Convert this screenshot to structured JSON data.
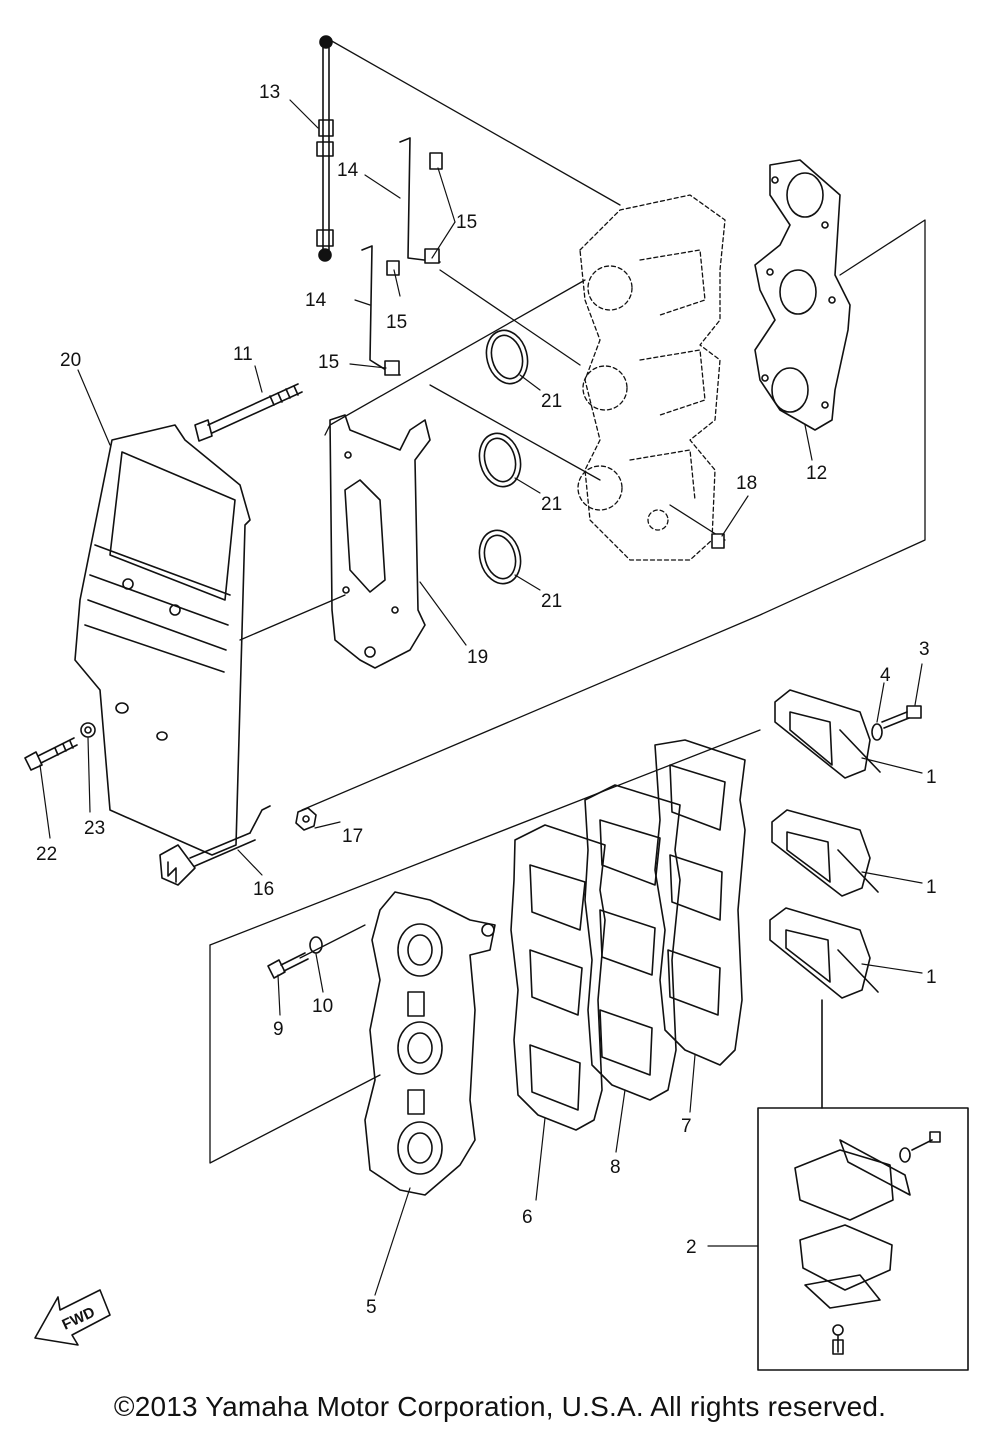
{
  "callouts": [
    "1",
    "2",
    "3",
    "4",
    "5",
    "6",
    "7",
    "8",
    "9",
    "10",
    "11",
    "12",
    "13",
    "14",
    "15",
    "16",
    "17",
    "18",
    "19",
    "20",
    "21",
    "22",
    "23"
  ],
  "fwd_label": "FWD",
  "copyright": "©2013 Yamaha Motor Corporation, U.S.A. All rights reserved."
}
